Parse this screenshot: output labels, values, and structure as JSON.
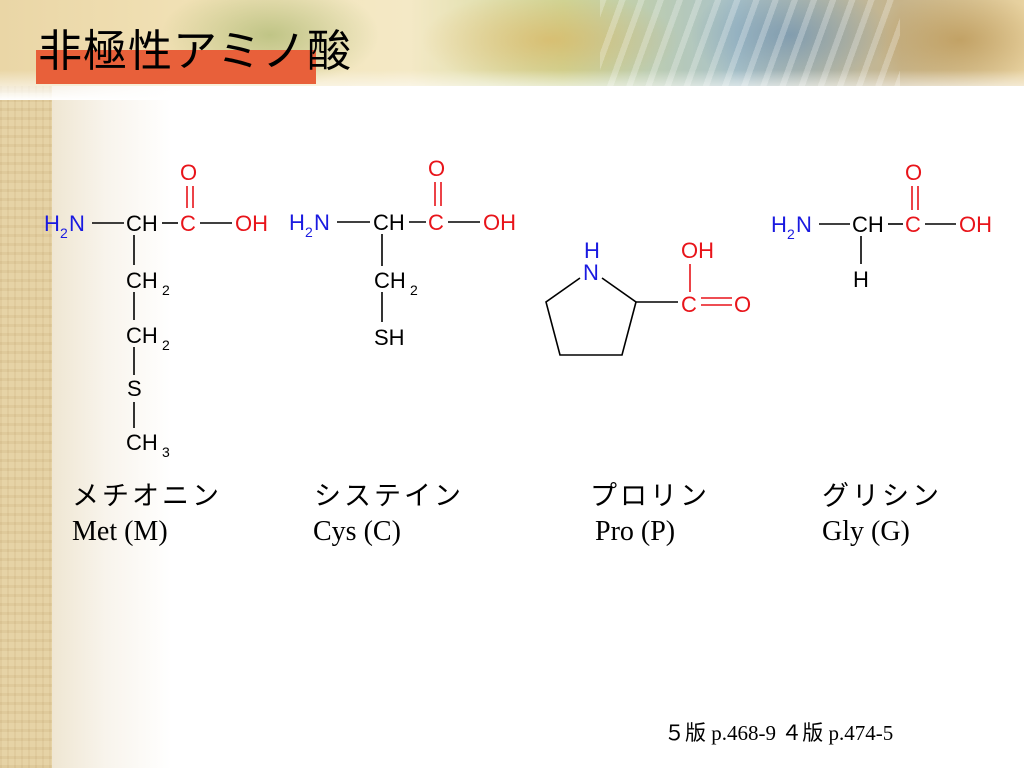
{
  "slide": {
    "title": "非極性アミノ酸",
    "reference": "５版 p.468-9  ４版  p.474-5"
  },
  "colors": {
    "oxygen": "#e8141a",
    "nitrogen": "#1a1ae0",
    "title_bar": "#e8603a"
  },
  "amino_acids": [
    {
      "name": "メチオニン",
      "abbr": "Met (M)"
    },
    {
      "name": "システイン",
      "abbr": "Cys (C)"
    },
    {
      "name": "プロリン",
      "abbr": "Pro (P)"
    },
    {
      "name": "グリシン",
      "abbr": "Gly (G)"
    }
  ],
  "atoms": {
    "H": "H",
    "N": "N",
    "C": "C",
    "O": "O",
    "OH": "OH",
    "CH": "CH",
    "S": "S",
    "SH": "SH",
    "sub2": "2",
    "sub3": "3"
  }
}
